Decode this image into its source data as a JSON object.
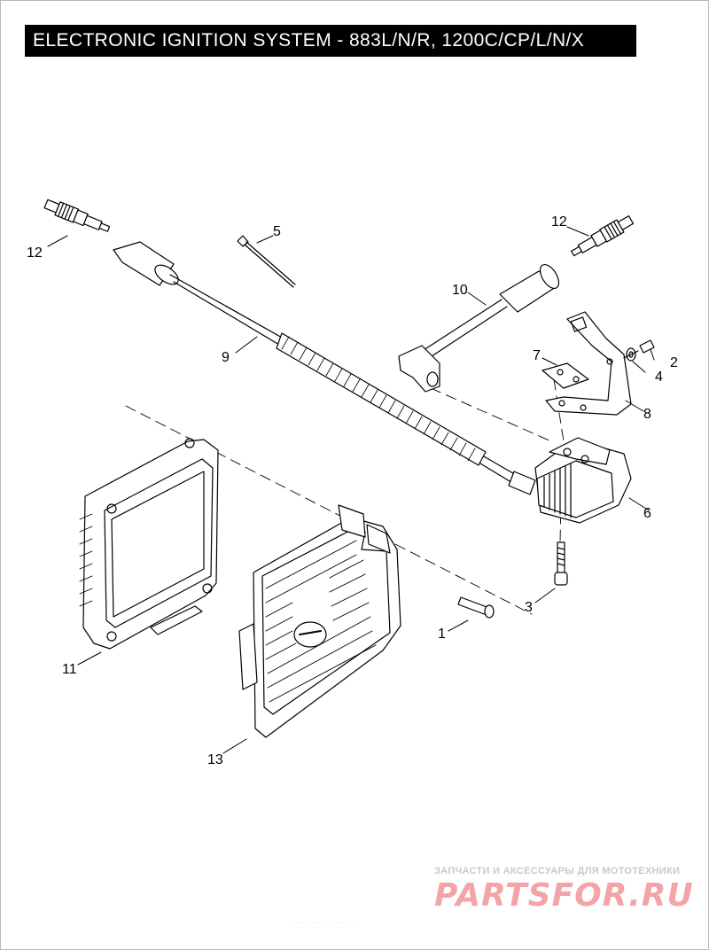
{
  "title": "ELECTRONIC IGNITION SYSTEM - 883L/N/R, 1200C/CP/L/N/X",
  "callouts": [
    {
      "id": "c12a",
      "label": "12"
    },
    {
      "id": "c5",
      "label": "5"
    },
    {
      "id": "c12b",
      "label": "12"
    },
    {
      "id": "c10",
      "label": "10"
    },
    {
      "id": "c9",
      "label": "9"
    },
    {
      "id": "c7",
      "label": "7"
    },
    {
      "id": "c2",
      "label": "2"
    },
    {
      "id": "c4",
      "label": "4"
    },
    {
      "id": "c8",
      "label": "8"
    },
    {
      "id": "c6",
      "label": "6"
    },
    {
      "id": "c3",
      "label": "3"
    },
    {
      "id": "c1",
      "label": "1"
    },
    {
      "id": "c11",
      "label": "11"
    },
    {
      "id": "c13",
      "label": "13"
    }
  ],
  "watermark": {
    "subtitle": "ЗАПЧАСТИ И АКСЕССУАРЫ ДЛЯ МОТОТЕХНИКИ",
    "logo": "PARTSFOR.RU",
    "color": "#f3a4a8"
  },
  "footer_note": "· · · · ·  · ·  · · · · · · ·"
}
